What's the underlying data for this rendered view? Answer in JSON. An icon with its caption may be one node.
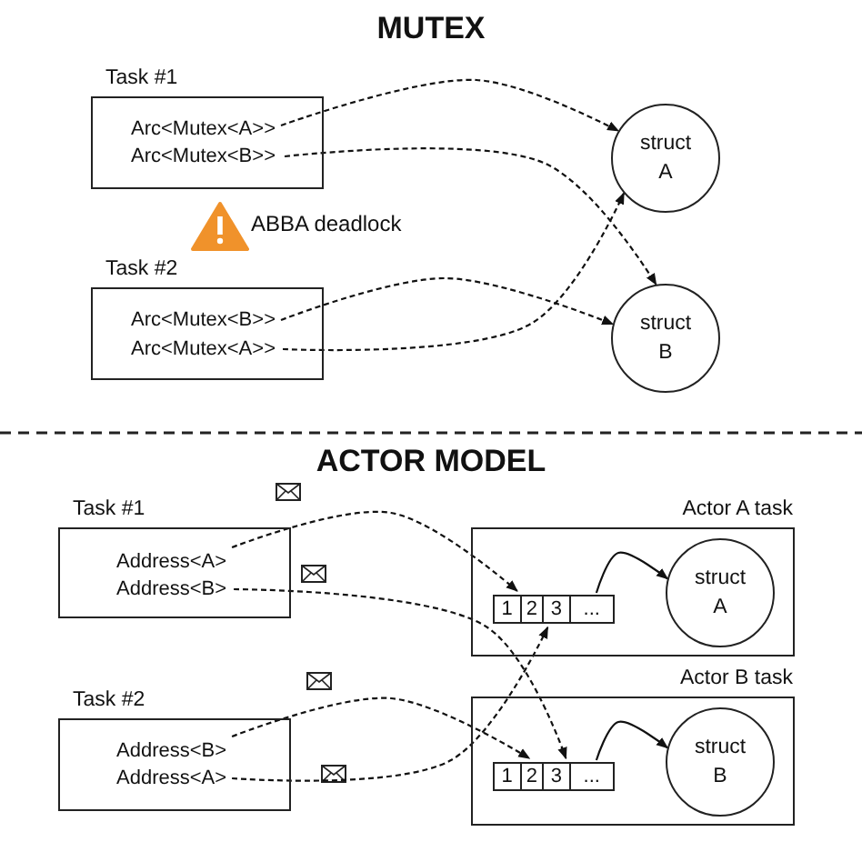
{
  "diagram": {
    "nodes": [
      {
        "text": [
          "Task #1"
        ]
      },
      {
        "text": [
          "Arc<Mutex<A>>"
        ],
        "in": 0
      },
      {
        "text": [
          "Arc<Mutex<B>>"
        ],
        "in": 0
      },
      {
        "text": [
          "struct A"
        ]
      },
      {
        "text": [
          "Task #2"
        ]
      },
      {
        "text": [
          "Arc<Mutex<B>>"
        ],
        "in": 4
      },
      {
        "text": [
          "Arc<Mutex<A>>"
        ],
        "in": 4
      },
      {
        "text": [
          "struct B"
        ]
      },
      {
        "text": [
          "Task #1"
        ]
      },
      {
        "text": [
          "Address<A>"
        ],
        "in": 8
      },
      {
        "text": [
          "Address<B>"
        ],
        "in": 8
      },
      {
        "text": [
          "Actor A task"
        ]
      },
      {
        "text": [],
        "shape": "box",
        "in": 11
      },
      {
        "text": [
          "1"
        ],
        "in": 12
      },
      {
        "text": [
          "2"
        ],
        "in": 12
      },
      {
        "text": [
          "3"
        ],
        "in": 12
      },
      {
        "text": [
          "..."
        ],
        "in": 12
      },
      {
        "text": [
          "struct A"
        ],
        "in": 11
      },
      {
        "text": [
          "Actor B task"
        ]
      },
      {
        "text": [],
        "shape": "box",
        "in": 18
      },
      {
        "text": [
          "1"
        ],
        "in": 19
      },
      {
        "text": [
          "2"
        ],
        "in": 19
      },
      {
        "text": [
          "3"
        ],
        "in": 19
      },
      {
        "text": [
          "..."
        ],
        "in": 19
      },
      {
        "text": [
          "struct B"
        ],
        "in": 18
      },
      {
        "text": [
          "Task #2"
        ]
      },
      {
        "text": [
          "Address<B>"
        ],
        "in": 25
      },
      {
        "text": [
          "Address<A>"
        ],
        "in": 25
      }
    ],
    "edges": [
      {
        "from": 1,
        "to": 3,
        "arrow": "to",
        "style": "dashed"
      },
      {
        "from": 2,
        "to": 7,
        "arrow": "to",
        "style": "dashed"
      },
      {
        "from": 5,
        "to": 7,
        "arrow": "to",
        "style": "dashed"
      },
      {
        "from": 6,
        "to": 3,
        "arrow": "to",
        "style": "dashed"
      },
      {
        "from": 9,
        "to": 12,
        "arrow": "to",
        "style": "dashed"
      },
      {
        "from": 10,
        "to": 19,
        "arrow": "to",
        "style": "dashed"
      },
      {
        "from": 26,
        "to": 19,
        "arrow": "to",
        "style": "dashed"
      },
      {
        "from": 27,
        "to": 12,
        "arrow": "to",
        "style": "dashed"
      },
      {
        "from": 12,
        "to": 17,
        "arrow": "to"
      },
      {
        "from": 19,
        "to": 24,
        "arrow": "to"
      }
    ],
    "labels": [
      "MUTEX",
      "ABBA deadlock",
      "ACTOR MODEL"
    ]
  }
}
